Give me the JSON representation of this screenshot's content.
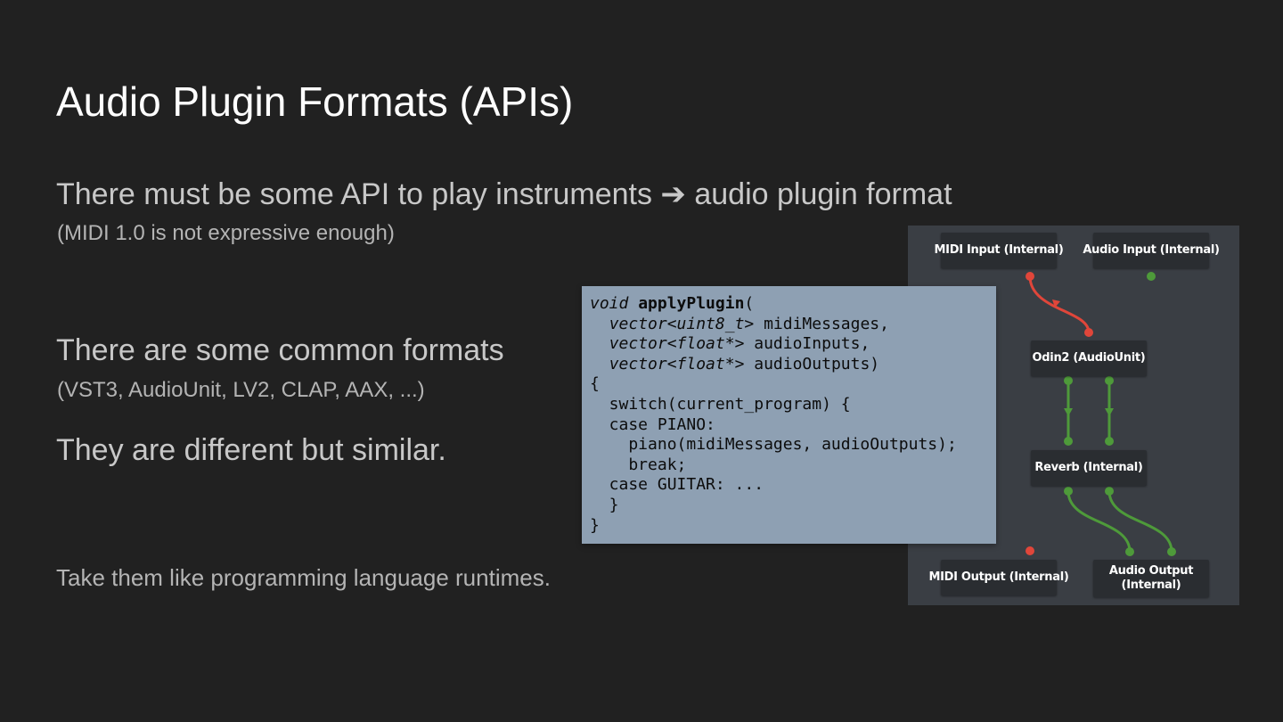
{
  "slide": {
    "title": "Audio Plugin Formats (APIs)",
    "bullet1": "There must be some API to play instruments ➔ audio plugin format",
    "bullet1_sub": "(MIDI 1.0 is not expressive enough)",
    "bullet2": "There are some common formats",
    "bullet2_sub": "(VST3, AudioUnit, LV2, CLAP, AAX, ...)",
    "bullet3": "They are different but similar.",
    "bullet4": "Take them like programming language runtimes."
  },
  "code": {
    "kw_void": "void",
    "fn_name": "applyPlugin",
    "open_paren": "(",
    "type_uint8": "vector<uint8_t>",
    "param1": " midiMessages,",
    "type_float_in": "vector<float*>",
    "param2": " audioInputs,",
    "type_float_out": "vector<float*>",
    "param3": " audioOutputs)",
    "line_open_brace": "{",
    "line_switch": "  switch(current_program) {",
    "line_case_piano": "  case PIANO:",
    "line_piano_call": "    piano(midiMessages, audioOutputs);",
    "line_break": "    break;",
    "line_case_guitar": "  case GUITAR: ...",
    "line_inner_close": "  }",
    "line_close_brace": "}"
  },
  "graph": {
    "colors": {
      "background": "#3a3e44",
      "node": "#2a2d31",
      "midi_wire": "#e0463a",
      "audio_wire": "#4e9a3a"
    },
    "nodes": {
      "midi_input": "MIDI Input (Internal)",
      "audio_input": "Audio Input (Internal)",
      "odin2": "Odin2 (AudioUnit)",
      "reverb": "Reverb (Internal)",
      "midi_output": "MIDI Output (Internal)",
      "audio_output_line1": "Audio Output",
      "audio_output_line2": "(Internal)"
    }
  }
}
